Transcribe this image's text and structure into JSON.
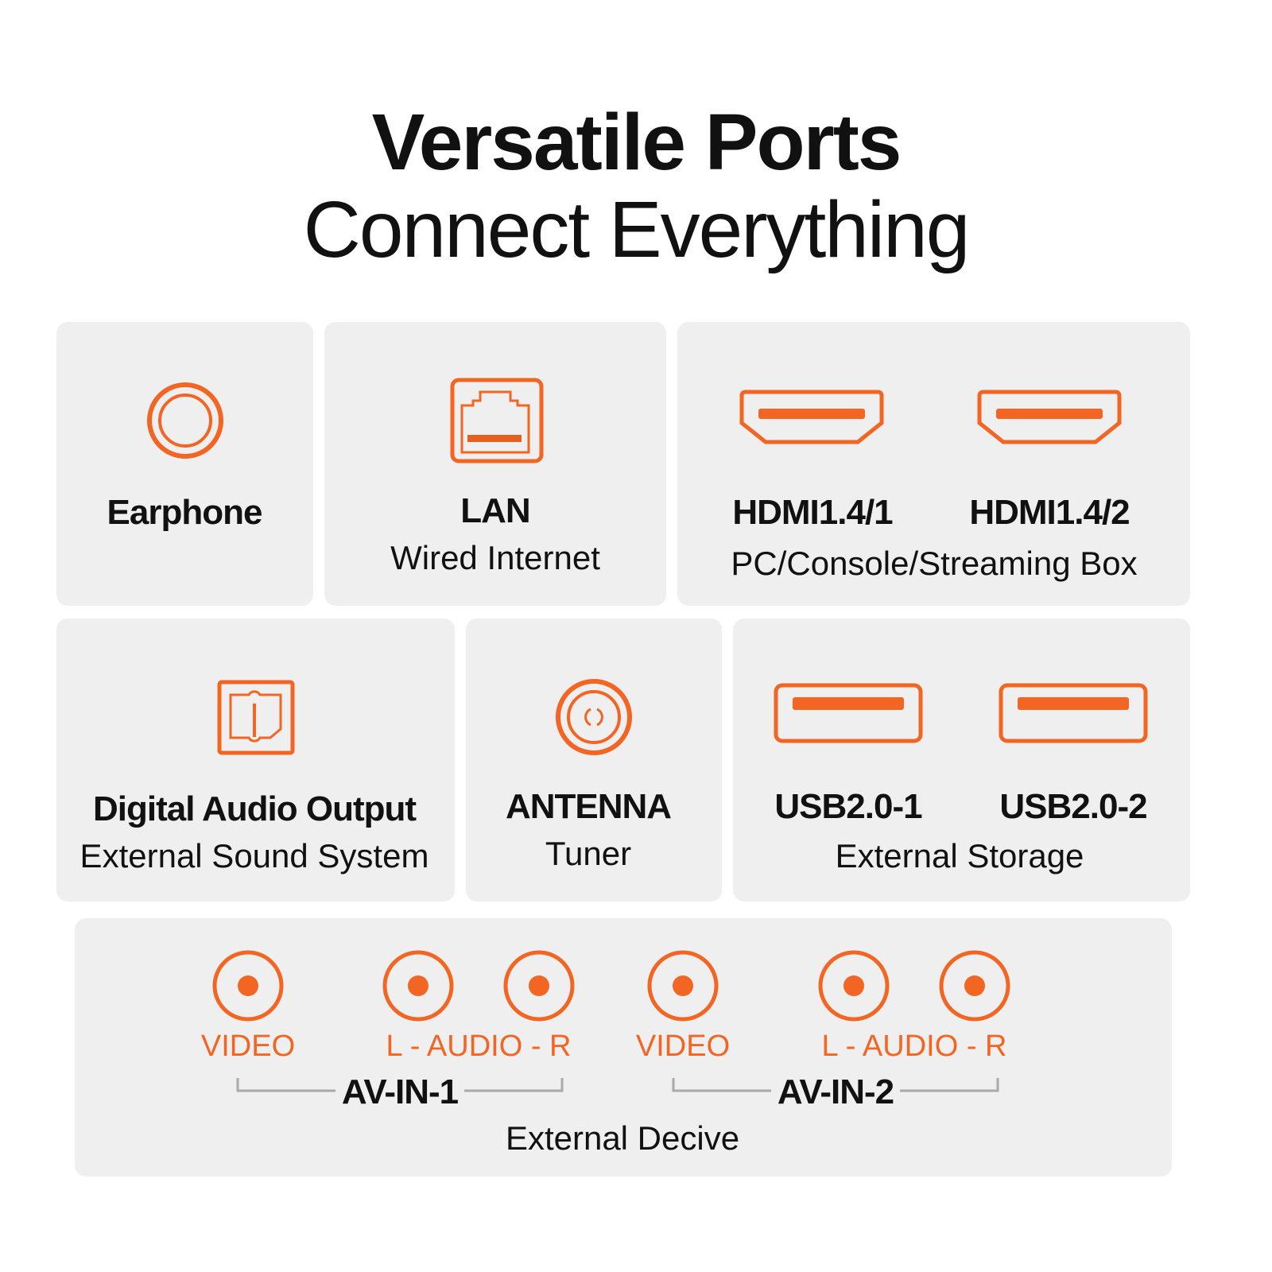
{
  "header": {
    "title": "Versatile Ports",
    "subtitle": "Connect Everything"
  },
  "accent": "#f26522",
  "ports": {
    "earphone": {
      "label": "Earphone"
    },
    "lan": {
      "label": "LAN",
      "desc": "Wired Internet"
    },
    "hdmi": {
      "label1": "HDMI1.4/1",
      "label2": "HDMI1.4/2",
      "desc": "PC/Console/Streaming Box"
    },
    "optical": {
      "label": "Digital Audio Output",
      "desc": "External Sound System"
    },
    "antenna": {
      "label": "ANTENNA",
      "desc": "Tuner"
    },
    "usb": {
      "label1": "USB2.0-1",
      "label2": "USB2.0-2",
      "desc": "External Storage"
    },
    "av": {
      "video": "VIDEO",
      "audio": "L - AUDIO - R",
      "group1": "AV-IN-1",
      "group2": "AV-IN-2",
      "desc": "External Decive"
    }
  }
}
